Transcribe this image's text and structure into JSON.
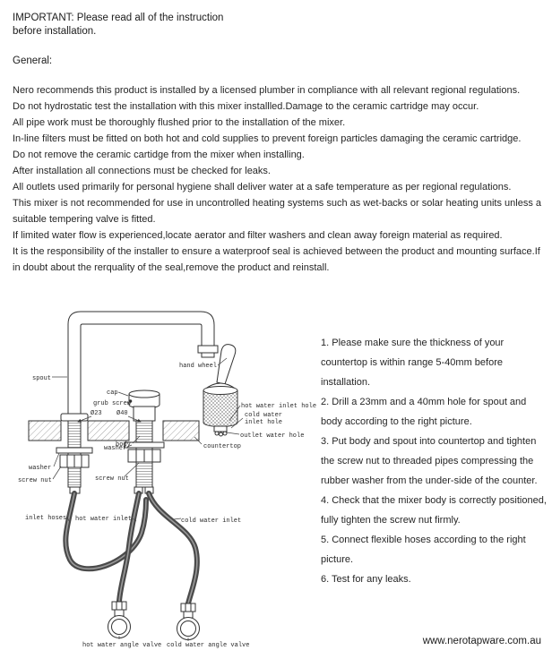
{
  "header": {
    "important_note": "IMPORTANT: Please read all of the instruction before installation.",
    "general_label": "General:"
  },
  "general_paragraphs": [
    "Nero recommends this product is installed by a licensed plumber in compliance with all relevant regional regulations.",
    "Do not hydrostatic test the installation with this mixer installled.Damage to the ceramic cartridge may occur.",
    "All pipe work must be thoroughly flushed prior to the installation of the mixer.",
    "In-line filters must be fitted on both hot and cold supplies to prevent foreign particles damaging the ceramic cartridge.",
    "Do not remove the ceramic cartidge from the mixer when installing.",
    "After installation all connections must be checked for leaks.",
    "All outlets used primarily for personal hygiene shall deliver water at a safe temperature as per regional regulations.",
    "This mixer is not recommended for use in uncontrolled heating systems such as wet-backs or solar heating units unless a suitable tempering valve is fitted.",
    "If limited water flow is experienced,locate aerator and filter washers and clean away foreign material as required.",
    "It is the responsibility of the installer to ensure a waterproof seal is achieved between the product and mounting surface.If in doubt about the rerquality of the seal,remove the product and reinstall."
  ],
  "diagram": {
    "labels": {
      "spout": "spout",
      "hand_wheel": "hand wheel",
      "cap": "cap",
      "grub_screw": "grub screw",
      "dia_23": "Ø23",
      "dia_40": "Ø40",
      "hot_water_inlet_hole": "hot water inlet hole",
      "cold_water_inlet_hole_line1": "cold water",
      "cold_water_inlet_hole_line2": "inlet hole",
      "outlet_water_hole": "outlet water hole",
      "countertop": "countertop",
      "body": "body",
      "washer_right": "washer",
      "washer_left": "washer",
      "screw_nut_left": "screw nut",
      "screw_nut_right": "screw nut",
      "inlet_hoses": "inlet hoses",
      "hot_water_inlet": "hot water inlet",
      "cold_water_inlet": "cold water inlet",
      "hot_water_angle_valve": "hot water angle valve",
      "cold_water_angle_valve": "cold water angle valve"
    }
  },
  "steps": [
    "1. Please make sure the thickness of your countertop is within range 5-40mm before installation.",
    "2. Drill a 23mm and a 40mm hole for spout and body according to the right picture.",
    "3. Put body and spout into countertop and tighten the screw nut to threaded pipes compressing the rubber washer from the under-side of the counter.",
    "4. Check that the mixer body is correctly positioned, fully tighten the screw nut firmly.",
    "5. Connect flexible hoses according to the right picture.",
    "6. Test for any leaks."
  ],
  "footer": {
    "website": "www.nerotapware.com.au"
  }
}
